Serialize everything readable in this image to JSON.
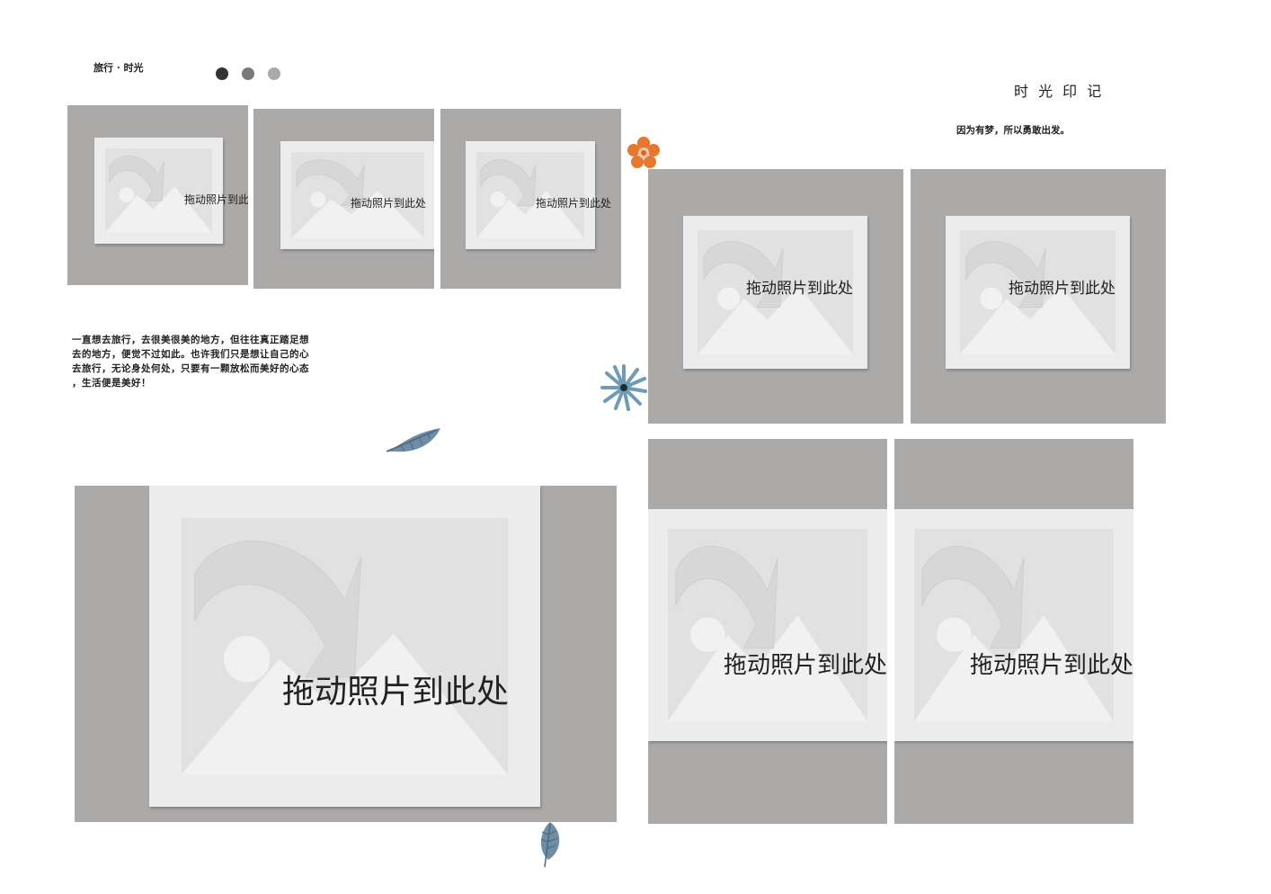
{
  "header": {
    "brand": "旅行 · 时光",
    "dots": [
      "#333333",
      "#7a7a7a",
      "#aaaaaa"
    ]
  },
  "title": {
    "heading": "时 光 印 记",
    "tagline": "因为有梦，所以勇敢出发。"
  },
  "body": {
    "paragraph_lines": [
      "一直想去旅行，去很美很美的地方，但往往真正踏足想",
      "去的地方，便觉不过如此。也许我们只是想让自己的心",
      "去旅行，无论身处何处，只要有一颗放松而美好的心态",
      "，生活便是美好！"
    ]
  },
  "placeholders": {
    "label": "拖动照片到此处",
    "frame_color": "#acaaa9",
    "count": 8
  },
  "decorations": {
    "flower_icon": "orange-flower-icon",
    "daisy_icon": "blue-daisy-icon",
    "leaf_icon": "blue-leaf-icon",
    "flower_color": "#e8772e",
    "daisy_color": "#6f9bb7",
    "leaf_color": "#6f8ea6"
  }
}
